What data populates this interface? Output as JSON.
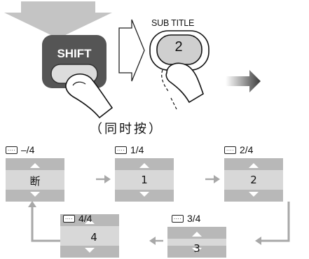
{
  "buttons": {
    "shift": "SHIFT",
    "subtitle_caption": "SUB TITLE",
    "subtitle_key": "2"
  },
  "caption": "（同时按）",
  "osd_icon_text": "....",
  "osd_steps": [
    {
      "header": "–/4",
      "value": "断"
    },
    {
      "header": "1/4",
      "value": "1"
    },
    {
      "header": "2/4",
      "value": "2"
    },
    {
      "header": "3/4",
      "value": "3"
    },
    {
      "header": "4/4",
      "value": "4"
    }
  ],
  "colors": {
    "box_fill": "#b8b8b8",
    "box_value_band": "#d8d8d8",
    "arrow_gray": "#a8a8a8",
    "shift_button": "#555555",
    "key_fill": "#cfcfcf"
  }
}
